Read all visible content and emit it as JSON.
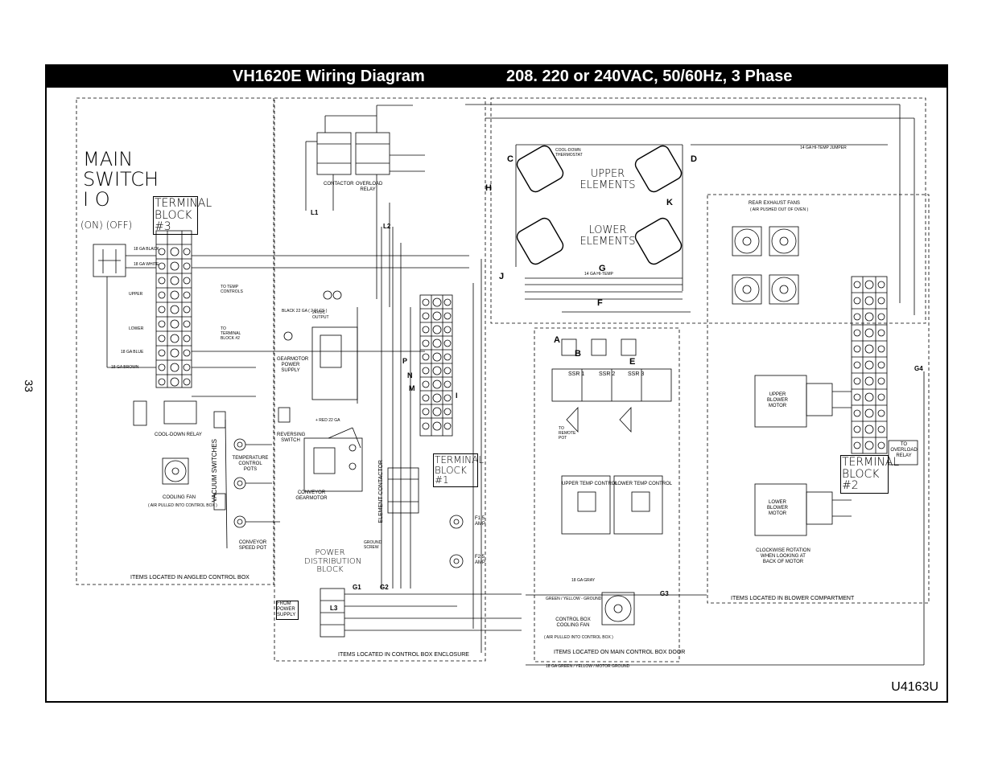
{
  "page_number": "33",
  "title": {
    "left": "VH1620E Wiring Diagram",
    "right": "208. 220 or 240VAC, 50/60Hz, 3 Phase"
  },
  "drawing_number": "U4163U",
  "main_switch": {
    "line1": "MAIN",
    "line2": "SWITCH",
    "symbols": "I      O",
    "states": "(ON)  (OFF)"
  },
  "terminal_blocks": {
    "tb3": "TERMINAL BLOCK #3",
    "tb1": "TERMINAL BLOCK #1",
    "tb2": "TERMINAL BLOCK #2"
  },
  "elements": {
    "upper": "UPPER ELEMENTS",
    "lower": "LOWER ELEMENTS"
  },
  "enclosures": {
    "angled": "ITEMS LOCATED IN ANGLED CONTROL BOX",
    "control_box": "ITEMS LOCATED IN CONTROL BOX ENCLOSURE",
    "door": "ITEMS LOCATED ON MAIN CONTROL BOX DOOR",
    "blower": "ITEMS LOCATED IN BLOWER COMPARTMENT"
  },
  "components": {
    "cool_down_relay": "COOL-DOWN RELAY",
    "cooling_fan": "COOLING FAN",
    "cooling_fan_note": "( AIR PULLED INTO CONTROL BOX )",
    "vacuum_switches": "VACUUM SWITCHES",
    "temp_control_pots": "TEMPERATURE CONTROL POTS",
    "conveyor_speed_pot": "CONVEYOR SPEED POT",
    "gearmotor_power_supply": "GEARMOTOR POWER SUPPLY",
    "reversing_switch": "REVERSING SWITCH",
    "conveyor_gearmotor": "CONVEYOR GEARMOTOR",
    "element_contactor": "ELEMENT CONTACTOR",
    "power_distribution_block": "POWER DISTRIBUTION BLOCK",
    "from_power_supply": "FROM POWER SUPPLY",
    "contactor": "CONTACTOR",
    "overload_relay": "OVERLOAD RELAY",
    "upper_temp_control": "UPPER TEMP CONTROL",
    "lower_temp_control": "LOWER TEMP CONTROL",
    "ssr1": "SSR 1",
    "ssr2": "SSR 2",
    "ssr3": "SSR 3",
    "control_box_fan": "CONTROL BOX COOLING FAN",
    "control_box_fan_note": "( AIR PULLED INTO CONTROL BOX )",
    "rear_exhaust_fans": "REAR EXHAUST FANS",
    "rear_exhaust_note": "( AIR PUSHED OUT OF OVEN )",
    "upper_blower": "UPPER BLOWER MOTOR",
    "lower_blower": "LOWER BLOWER MOTOR",
    "clockwise_note": "CLOCKWISE ROTATION WHEN LOOKING AT BACK OF MOTOR",
    "to_overload_relay": "TO OVERLOAD RELAY",
    "upper": "UPPER",
    "lower": "LOWER",
    "to_temp_controls": "TO TEMP CONTROLS",
    "to_terminal_block_2": "TO TERMINAL BLOCK #2",
    "fuse1": "F1 5 AMP",
    "fuse2": "F2 5 AMP",
    "cool_down_thermostat": "COOL-DOWN THERMOSTAT",
    "to_remote_pot": "TO REMOTE POT",
    "ground_screw": "GROUND SCREW",
    "dc24_output": "24VDC OUTPUT",
    "red": "RED",
    "black": "BLACK",
    "plus_red_22": "+ RED 22 GA"
  },
  "connection_letters": [
    "C",
    "D",
    "H",
    "K",
    "G",
    "J",
    "F",
    "A",
    "B",
    "E",
    "P",
    "N",
    "M",
    "I",
    "L1",
    "L2",
    "L3",
    "G1",
    "G2",
    "G3",
    "G4"
  ],
  "wire_labels": {
    "black_18": "18 GA BLACK",
    "white_18": "18 GA WHITE",
    "brown_18": "18 GA BROWN",
    "blue_18": "18 GA BLUE",
    "hi_temp_14": "14 GA HI-TEMP",
    "hi_temp_jumper": "14 GA HI-TEMP JUMPER",
    "green_ground": "18 GA GREEN / YELLOW / MOTOR GROUND",
    "green_yellow_ground": "GREEN / YELLOW - GROUND",
    "black_22": "BLACK 22 GA ( 2 PLCS )",
    "gray_18": "18 GA GRAY"
  }
}
